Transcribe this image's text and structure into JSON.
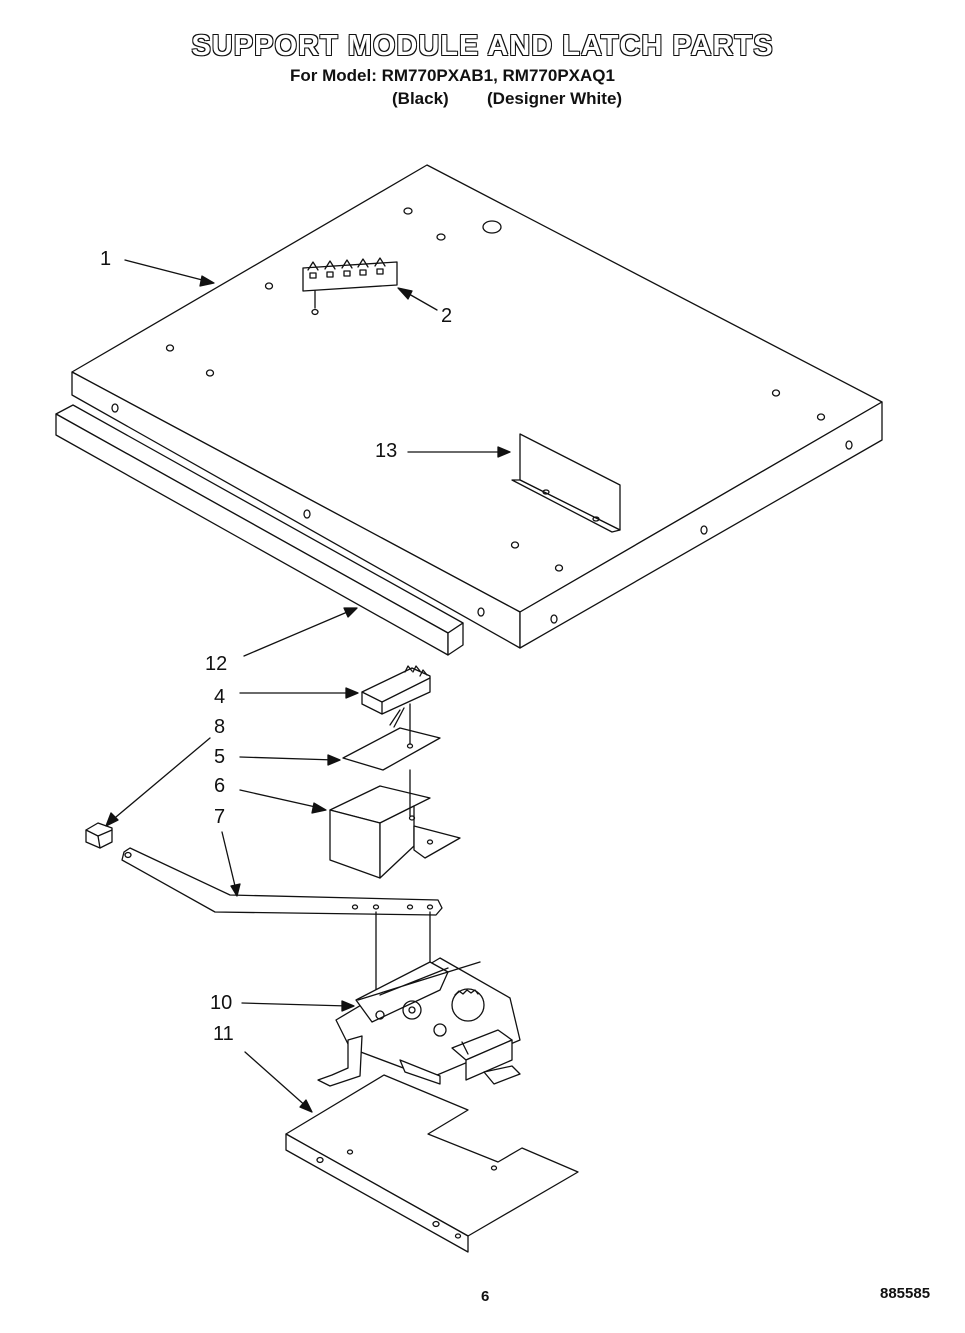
{
  "header": {
    "title": "SUPPORT MODULE AND LATCH PARTS",
    "subtitle": "For Model: RM770PXAB1, RM770PXAQ1",
    "variant_black": "(Black)",
    "variant_white": "(Designer White)"
  },
  "callouts": {
    "c1": "1",
    "c2": "2",
    "c13": "13",
    "c12": "12",
    "c4": "4",
    "c8": "8",
    "c5": "5",
    "c6": "6",
    "c7": "7",
    "c10": "10",
    "c11": "11"
  },
  "footer": {
    "page_number": "6",
    "document_number": "885585"
  }
}
